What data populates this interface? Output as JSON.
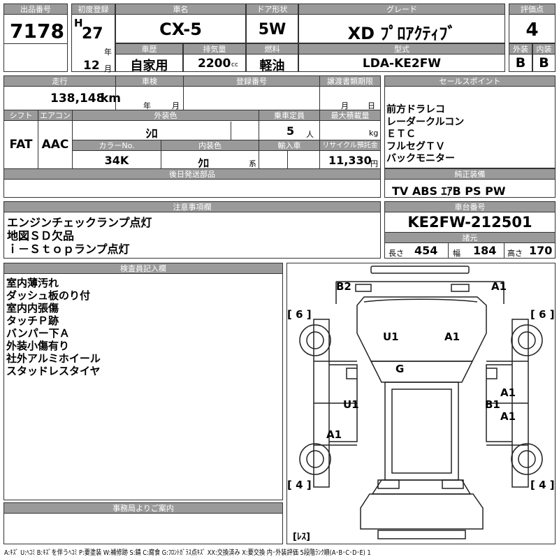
{
  "header": {
    "lot_no_label": "出品番号",
    "lot_no": "7178",
    "first_reg_label": "初度登録",
    "era": "H",
    "year_no": "27",
    "year_unit": "年",
    "month_no": "12",
    "month_unit": "月",
    "car_name_label": "車名",
    "car_name": "CX-5",
    "door_label": "ドア形状",
    "door": "5W",
    "grade_label": "グレード",
    "grade": "XD ﾌﾟﾛｱｸﾃｨﾌﾞ",
    "score_label": "評価点",
    "score": "4",
    "history_label": "車歴",
    "history": "自家用",
    "displacement_label": "排気量",
    "displacement": "2200",
    "displacement_unit": "cc",
    "fuel_label": "燃料",
    "fuel": "軽油",
    "model_label": "型式",
    "model": "LDA-KE2FW",
    "exterior_label": "外装",
    "exterior_grade": "B",
    "interior_label": "内装",
    "interior_grade": "B"
  },
  "row2": {
    "mileage_label": "走行",
    "mileage": "138,148",
    "mileage_unit": "km",
    "inspection_label": "車検",
    "insp_year_unit": "年",
    "insp_month_unit": "月",
    "reg_no_label": "登録番号",
    "transfer_label": "譲渡書類期限",
    "transfer_month_unit": "月",
    "transfer_day_unit": "日",
    "shift_label": "シフト",
    "shift": "FAT",
    "ac_label": "エアコン",
    "ac": "AAC",
    "exterior_color_label": "外装色",
    "exterior_color": "ｼﾛ",
    "capacity_label": "乗車定員",
    "capacity": "5",
    "capacity_unit": "人",
    "max_load_label": "最大積載量",
    "max_load_unit": "kg",
    "color_no_label": "カラーNo.",
    "color_no": "34K",
    "interior_color_label": "内装色",
    "interior_color": "ｸﾛ",
    "interior_color_unit": "系",
    "import_label": "輸入車",
    "recycle_label": "リサイクル預託金",
    "recycle": "11,330",
    "recycle_unit": "円",
    "later_parts_label": "後日発送部品"
  },
  "sales_points": {
    "label": "セールスポイント",
    "items": [
      "前方ドラレコ",
      "レーダークルコン",
      "ＥＴＣ",
      "フルセグＴＶ",
      "バックモニター"
    ]
  },
  "equipment": {
    "label": "純正装備",
    "value": "TV ABS ｴｱB PS PW"
  },
  "notes": {
    "label": "注意事項欄",
    "items": [
      "エンジンチェックランプ点灯",
      "地図ＳＤ欠品",
      "ｉ－Ｓｔｏｐランプ点灯"
    ]
  },
  "chassis": {
    "label": "車台番号",
    "value": "KE2FW-212501",
    "dims_label": "諸元",
    "length_label": "長さ",
    "length": "454",
    "width_label": "幅",
    "width": "184",
    "height_label": "高さ",
    "height": "170"
  },
  "inspector": {
    "label": "検査員記入欄",
    "items": [
      "室内薄汚れ",
      "ダッシュ板のり付",
      "室内内張傷",
      "タッチＰ跡",
      "バンパー下Ａ",
      "外装小傷有り",
      "社外アルミホイール",
      "スタッドレスタイヤ"
    ]
  },
  "office": {
    "label": "事務局よりご案内"
  },
  "diagram": {
    "tire_fl": "[ 6 ]",
    "tire_fr": "[ 6 ]",
    "tire_rl": "[ 4 ]",
    "tire_rr": "[ 4 ]",
    "tire_spare": "[ﾚｽ]",
    "marks": {
      "b2": "B2",
      "a1_front": "A1",
      "u1_hood": "U1",
      "a1_hood": "A1",
      "g": "G",
      "u1_side": "U1",
      "a1_right1": "A1",
      "b1_right": "B1",
      "a1_right2": "A1",
      "a1_left": "A1"
    }
  },
  "legend": "A:ｷｽﾞ U:ﾍｺﾐ B:ｷｽﾞを伴うﾍｺﾐ P:要塗装 W:補修跡 S:錆 C:腐食 G:ﾌﾛﾝﾄｶﾞﾗｽ点ｷｽﾞ XX:交換済み X:要交換 内･外装評価 5段階ﾗﾝｸ順(A･B･C･D･E) 1"
}
